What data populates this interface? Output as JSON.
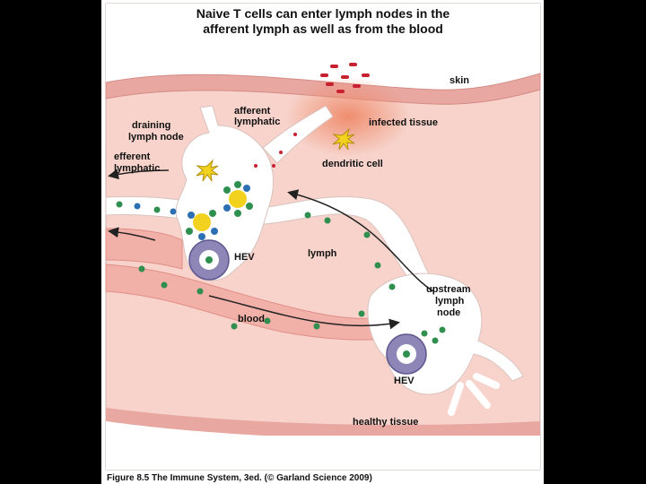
{
  "figure": {
    "title_line1": "Naive T cells can enter lymph nodes in the",
    "title_line2": "afferent lymph as well as from the blood",
    "caption": "Figure 8.5 The Immune System, 3ed. (© Garland Science 2009)"
  },
  "labels": {
    "skin": "skin",
    "afferent": "afferent",
    "afferent_lymphatic": "lymphatic",
    "infected_tissue": "infected tissue",
    "draining": "draining",
    "lymph_node": "lymph node",
    "efferent": "efferent",
    "efferent_lymphatic": "lymphatic",
    "dendritic_cell": "dendritic cell",
    "hev_upper": "HEV",
    "lymph": "lymph",
    "upstream": "upstream",
    "upstream_lymph": "lymph",
    "upstream_node": "node",
    "blood": "blood",
    "hev_lower": "HEV",
    "healthy_tissue": "healthy tissue"
  },
  "colors": {
    "tissue_pink": "#f7d3cb",
    "skin_red": "#e8a7a0",
    "vessel_red": "#f1b0a8",
    "bacteria_red": "#c8202e",
    "dendritic_yellow": "#f2d21f",
    "t_cell_green": "#2f8f4f",
    "t_cell_blue": "#2c6fb3",
    "hev_purple": "#8f86b8"
  }
}
